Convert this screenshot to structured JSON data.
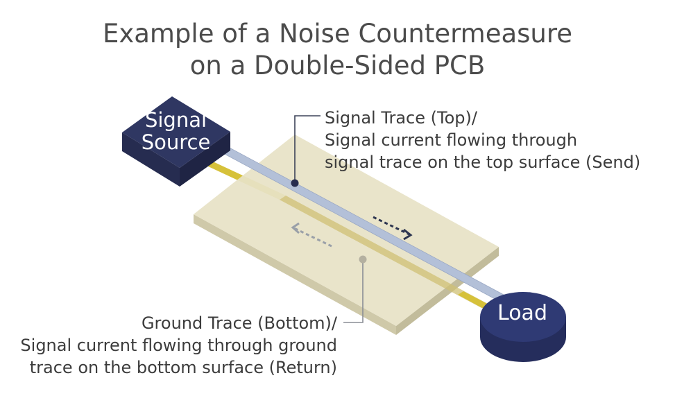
{
  "title": {
    "line1": "Example of a Noise Countermeasure",
    "line2": "on a Double-Sided PCB"
  },
  "signal_source": {
    "line1": "Signal",
    "line2": "Source"
  },
  "load": {
    "label": "Load"
  },
  "signal_trace_label": {
    "line1": "Signal Trace (Top)/",
    "line2": "Signal current flowing through",
    "line3": "signal trace on the top surface (Send)"
  },
  "ground_trace_label": {
    "line1": "Ground Trace (Bottom)/",
    "line2": "Signal current flowing through ground",
    "line3": "trace on the bottom surface (Return)"
  },
  "colors": {
    "title_text": "#4b4b4b",
    "label_text": "#3c3c3c",
    "box_navy": "#2b3360",
    "load_navy": "#2f3a74",
    "pcb_top": "#e7e2c6",
    "pcb_side": "#cfc9a9",
    "signal_trace": "#b3c0d8",
    "ground_trace": "#d6c13a",
    "send_arrow": "#2e3650",
    "return_arrow": "#9aa0a8"
  }
}
